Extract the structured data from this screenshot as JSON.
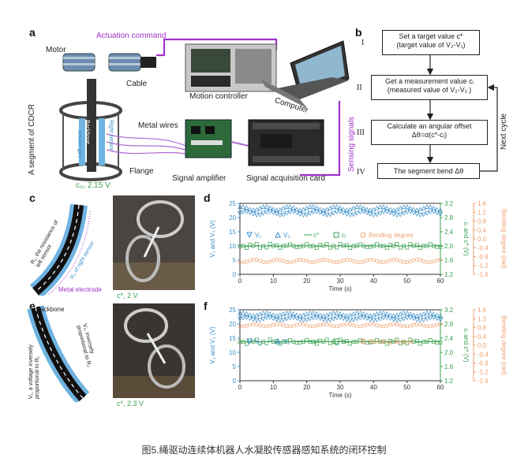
{
  "panels": {
    "a": "a",
    "b": "b",
    "c": "c",
    "d": "d",
    "e": "e",
    "f": "f"
  },
  "panel_a": {
    "motor": "Motor",
    "actuation": "Actuation command",
    "cable": "Cable",
    "motion_controller": "Motion controller",
    "computer": "Computer",
    "segment": "A segment of CDCR",
    "metal_wires": "Metal wires",
    "backbone": "Backbone",
    "left_sensor": "Left sensor",
    "right_sensor": "Right sensor",
    "flange": "Flange",
    "signal_amplifier": "Signal amplifier",
    "signal_acq": "Signal acquisition card",
    "sensing_signals": "Sensing signals",
    "c0": "c₀, 2.15 V"
  },
  "panel_b": {
    "step1_line1": "Set a target value c*",
    "step1_line2": "(target value of V₂-V₁)",
    "step2_line1": "Get a measurement value cᵢ",
    "step2_line2": "(measured value of V₂-V₁ )",
    "step3_line1": "Calculate an angular offset",
    "step3_line2": "Δθ=α(c*-cᵢ)",
    "step4": "The segment bend Δθ",
    "roman": [
      "I",
      "II",
      "III",
      "IV"
    ],
    "next_cycle": "Next cycle"
  },
  "panel_c": {
    "r1_label": "R₁, the resistance of left sensor",
    "r2_label": "R₂ of right sensor",
    "metal_electrode": "Metal electrode",
    "photo_caption": "c*, 2 V"
  },
  "panel_e": {
    "backbone": "Backbone",
    "v1_label": "V₁, a voltage inversely proportional to R₁",
    "v2_label": "V₂, inversely proportional to R₂",
    "photo_caption": "c*, 2.3 V"
  },
  "caption": "图5.绳驱动连续体机器人水凝胶传感器感知系统的闭环控制",
  "colors": {
    "v": "#3a8fc8",
    "c": "#3aa050",
    "bend": "#f0a070",
    "purple": "#a032c8"
  },
  "chart_data": [
    {
      "id": "d",
      "type": "scatter",
      "xlabel": "Time (s)",
      "ylabel_left": "V₁ and V₂ (V)",
      "ylabel_mid": "cᵢ and c* (V)",
      "ylabel_right": "Bending degree (rad)",
      "xlim": [
        0,
        60
      ],
      "x_ticks": [
        0,
        10,
        20,
        30,
        40,
        50,
        60
      ],
      "ylim_left": [
        0,
        25
      ],
      "y_ticks_left": [
        0,
        5,
        10,
        15,
        20,
        25
      ],
      "ylim_mid": [
        1.2,
        3.2
      ],
      "y_ticks_mid": [
        1.2,
        1.6,
        2.0,
        2.4,
        2.8,
        3.2
      ],
      "ylim_right": [
        -1.6,
        1.6
      ],
      "y_ticks_right": [
        -1.6,
        -1.2,
        -0.8,
        -0.4,
        0.0,
        0.4,
        0.8,
        1.2,
        1.6
      ],
      "legend": [
        "V₁",
        "V₂",
        "c*",
        "cᵢ",
        "Bending degree"
      ],
      "series": [
        {
          "name": "V₁",
          "axis": "left",
          "marker": "tri-down",
          "level": 21.5,
          "amp": 0.6
        },
        {
          "name": "V₂",
          "axis": "left",
          "marker": "tri-up",
          "level": 23.2,
          "amp": 0.6
        },
        {
          "name": "c*",
          "axis": "mid",
          "marker": "line",
          "level": 2.0,
          "amp": 0
        },
        {
          "name": "cᵢ",
          "axis": "mid",
          "marker": "square",
          "level": 2.0,
          "amp": 0.06
        },
        {
          "name": "Bending degree",
          "axis": "right",
          "marker": "circle",
          "level": -1.0,
          "amp": 0.06
        }
      ]
    },
    {
      "id": "f",
      "type": "scatter",
      "xlabel": "Time (s)",
      "ylabel_left": "V₁ and V₂ (V)",
      "ylabel_mid": "cᵢ and c* (V)",
      "ylabel_right": "Bending degree (rad)",
      "xlim": [
        0,
        60
      ],
      "x_ticks": [
        0,
        10,
        20,
        30,
        40,
        50,
        60
      ],
      "ylim_left": [
        0,
        25
      ],
      "y_ticks_left": [
        0,
        5,
        10,
        15,
        20,
        25
      ],
      "ylim_mid": [
        1.2,
        3.2
      ],
      "y_ticks_mid": [
        1.2,
        1.6,
        2.0,
        2.4,
        2.8,
        3.2
      ],
      "ylim_right": [
        -1.6,
        1.6
      ],
      "y_ticks_right": [
        -1.6,
        -1.2,
        -0.8,
        -0.4,
        0.0,
        0.4,
        0.8,
        1.2,
        1.6
      ],
      "legend": [
        "V₁",
        "V₂",
        "c*",
        "cᵢ",
        "Bending degree"
      ],
      "series": [
        {
          "name": "V₁",
          "axis": "left",
          "marker": "tri-down",
          "level": 21.8,
          "amp": 0.5
        },
        {
          "name": "V₂",
          "axis": "left",
          "marker": "tri-up",
          "level": 23.4,
          "amp": 0.5
        },
        {
          "name": "c*",
          "axis": "mid",
          "marker": "line",
          "level": 2.3,
          "amp": 0
        },
        {
          "name": "cᵢ",
          "axis": "mid",
          "marker": "square",
          "level": 2.3,
          "amp": 0.06
        },
        {
          "name": "Bending degree",
          "axis": "right",
          "marker": "circle",
          "level": 0.9,
          "amp": 0.05
        }
      ]
    }
  ]
}
